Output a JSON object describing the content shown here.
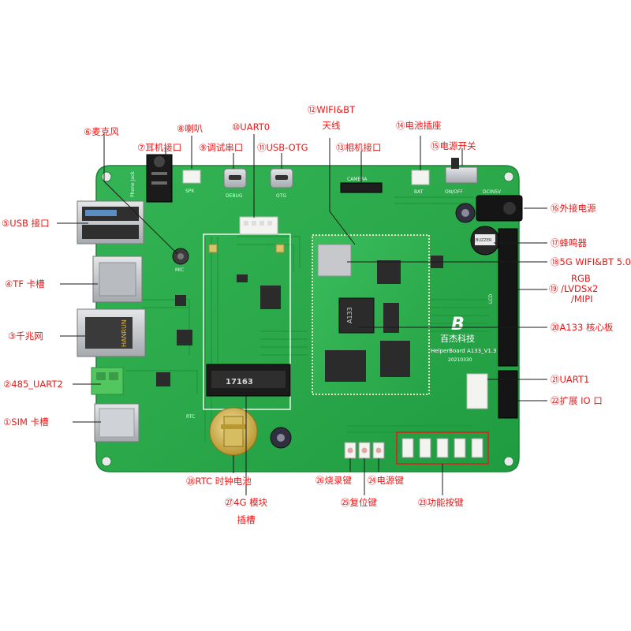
{
  "colors": {
    "pcb": "#2aa848",
    "pcb_dark": "#1f8f3b",
    "trace": "#23973f",
    "callout_text": "#e8191a",
    "leader": "#1a1a1a",
    "metal": "#c9ccd0",
    "chip": "#2b2b2b",
    "connector_white": "#f3f3f0",
    "terminal_green": "#4ec35a",
    "header_black": "#151515"
  },
  "callouts": {
    "c1": {
      "label": "①SIM 卡槽"
    },
    "c2": {
      "label": "②485_UART2"
    },
    "c3": {
      "label": "③千兆网"
    },
    "c4": {
      "label": "④TF 卡槽"
    },
    "c5": {
      "label": "⑤USB 接口"
    },
    "c6": {
      "label": "⑥麦克风"
    },
    "c7": {
      "label": "⑦耳机接口"
    },
    "c8": {
      "label": "⑧喇叭"
    },
    "c9": {
      "label": "⑨调试串口"
    },
    "c10": {
      "label": "⑩UART0"
    },
    "c11": {
      "label": "⑪USB-OTG"
    },
    "c12": {
      "line1": "⑫WIFI&BT",
      "line2": "天线"
    },
    "c13": {
      "label": "⑬相机接口"
    },
    "c14": {
      "label": "⑭电池插座"
    },
    "c15": {
      "label": "⑮电源开关"
    },
    "c16": {
      "label": "⑯外接电源"
    },
    "c17": {
      "label": "⑰蜂鸣器"
    },
    "c18": {
      "label": "⑱5G WIFI&BT 5.0"
    },
    "c19": {
      "line1": "RGB",
      "line2": "⑲ /LVDSx2",
      "line3": "/MIPI"
    },
    "c20": {
      "label": "⑳A133 核心板"
    },
    "c21": {
      "label": "㉑UART1"
    },
    "c22": {
      "label": "㉒扩展 IO 口"
    },
    "c23": {
      "label": "㉓功能按键"
    },
    "c24": {
      "label": "㉔电源键"
    },
    "c25": {
      "label": "㉕复位键"
    },
    "c26": {
      "label": "㉖烧录键"
    },
    "c27": {
      "line1": "㉗4G 模块",
      "line2": "插槽"
    },
    "c28": {
      "label": "㉘RTC 时钟电池"
    }
  },
  "silkscreen": {
    "camera": "CAMERA",
    "bat": "BAT",
    "onoff": "ON/OFF",
    "dcin": "DCIN5V",
    "debug": "DEBUG",
    "otg": "OTG",
    "phone": "Phone Jack",
    "spk": "SPK",
    "mic": "MIC",
    "rtc": "RTC",
    "core_logo": "B",
    "core_name": "百杰科技",
    "core_model": "HelperBoard A133_V1.3",
    "core_date": "20210330",
    "a133": "A133",
    "slot_num": "17163",
    "eth_brand": "HANRUN",
    "buzzer": "BUZZER",
    "lcd": "LCD"
  }
}
